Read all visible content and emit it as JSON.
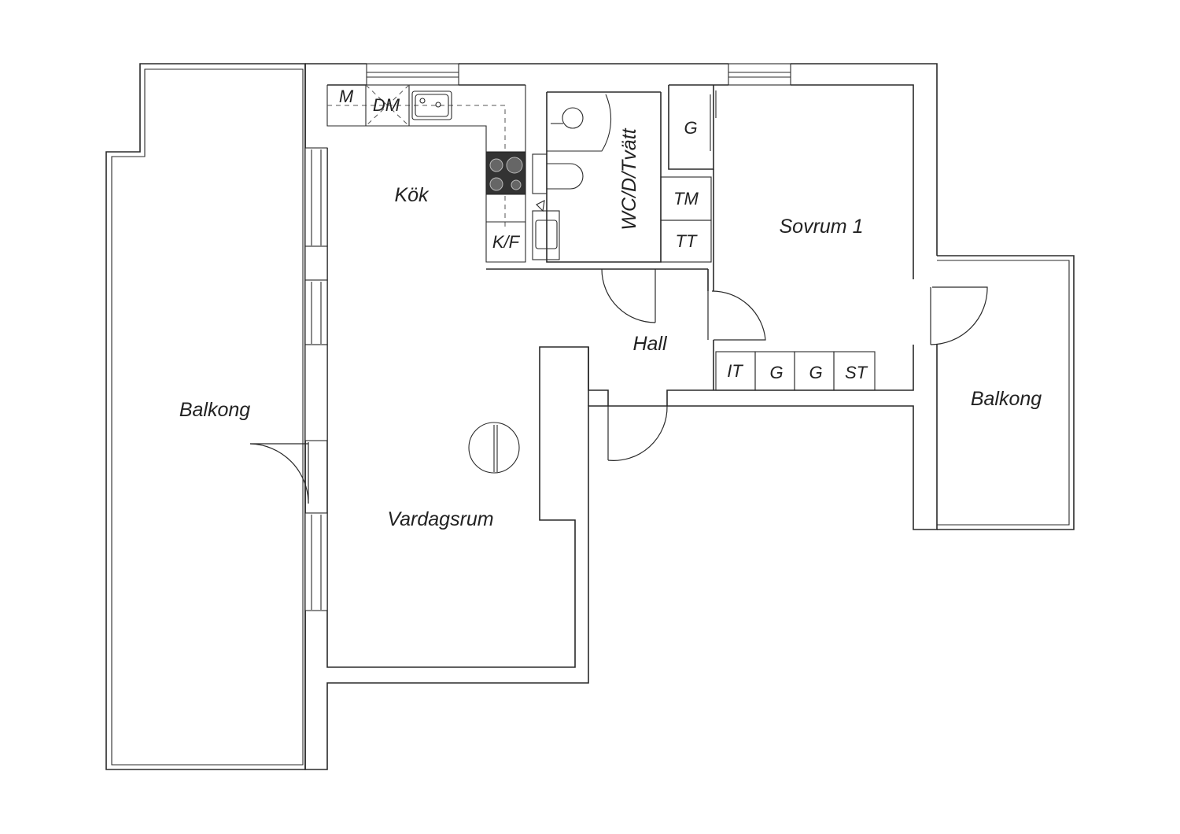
{
  "rooms": {
    "balkong_west": "Balkong",
    "kok": "Kök",
    "vardagsrum": "Vardagsrum",
    "wc": "WC/D/Tvätt",
    "hall": "Hall",
    "sovrum": "Sovrum 1",
    "balkong_east": "Balkong"
  },
  "fixtures": {
    "m": "M",
    "dm": "DM",
    "kf": "K/F",
    "g_bedroom": "G",
    "tm": "TM",
    "tt": "TT",
    "it": "IT",
    "g1": "G",
    "g2": "G",
    "st": "ST"
  }
}
